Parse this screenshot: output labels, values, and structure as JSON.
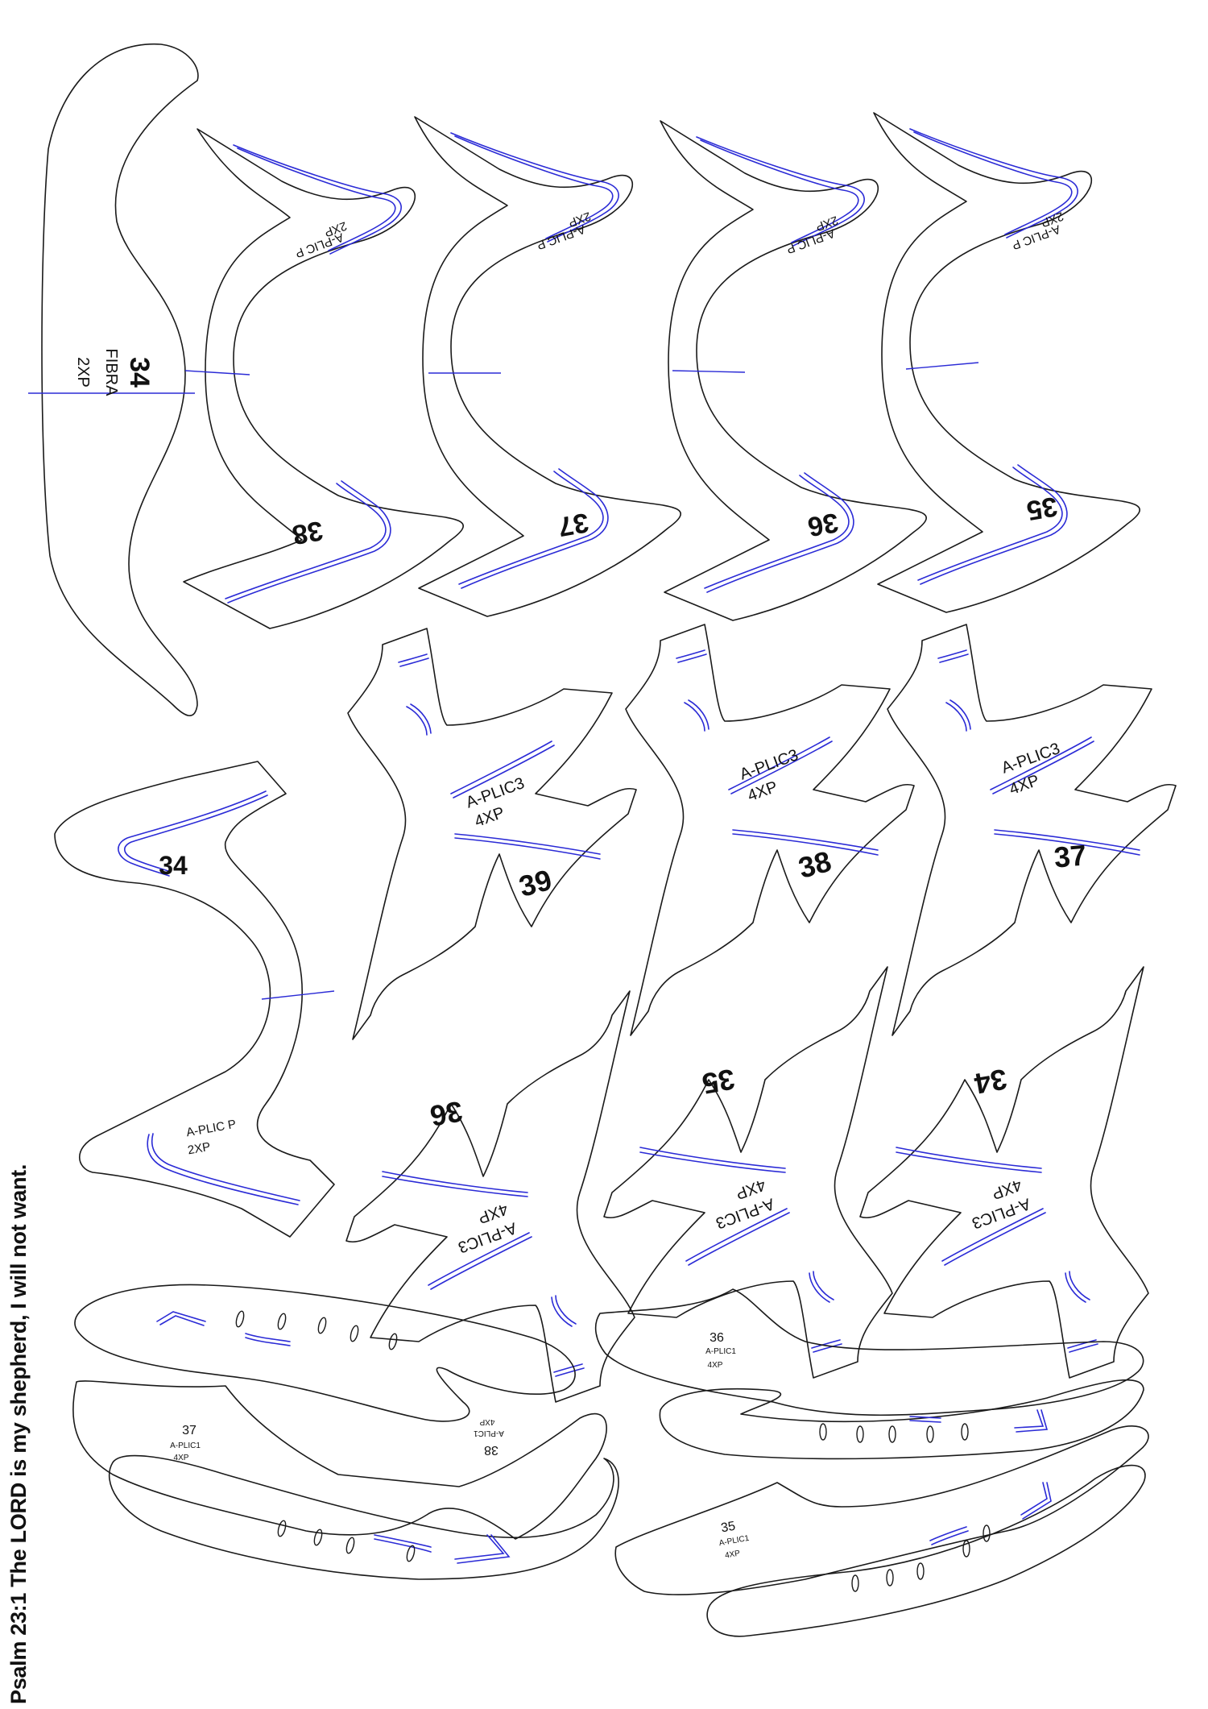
{
  "footer_verse": "Psalm 23:1 The LORD is my shepherd, I will not want.",
  "labels": {
    "n34": "34",
    "n35": "35",
    "n36": "36",
    "n37": "37",
    "n38": "38",
    "n39": "39",
    "fibra": "FIBRA",
    "x2": "2XP",
    "x4": "4XP",
    "aplic_p": "A-PLIC P",
    "aplic3": "A-PLIC3",
    "aplic1": "A-PLIC1"
  },
  "colors": {
    "outline": "#1a1a1a",
    "slot": "#2b2bd6",
    "background": "#ffffff"
  }
}
